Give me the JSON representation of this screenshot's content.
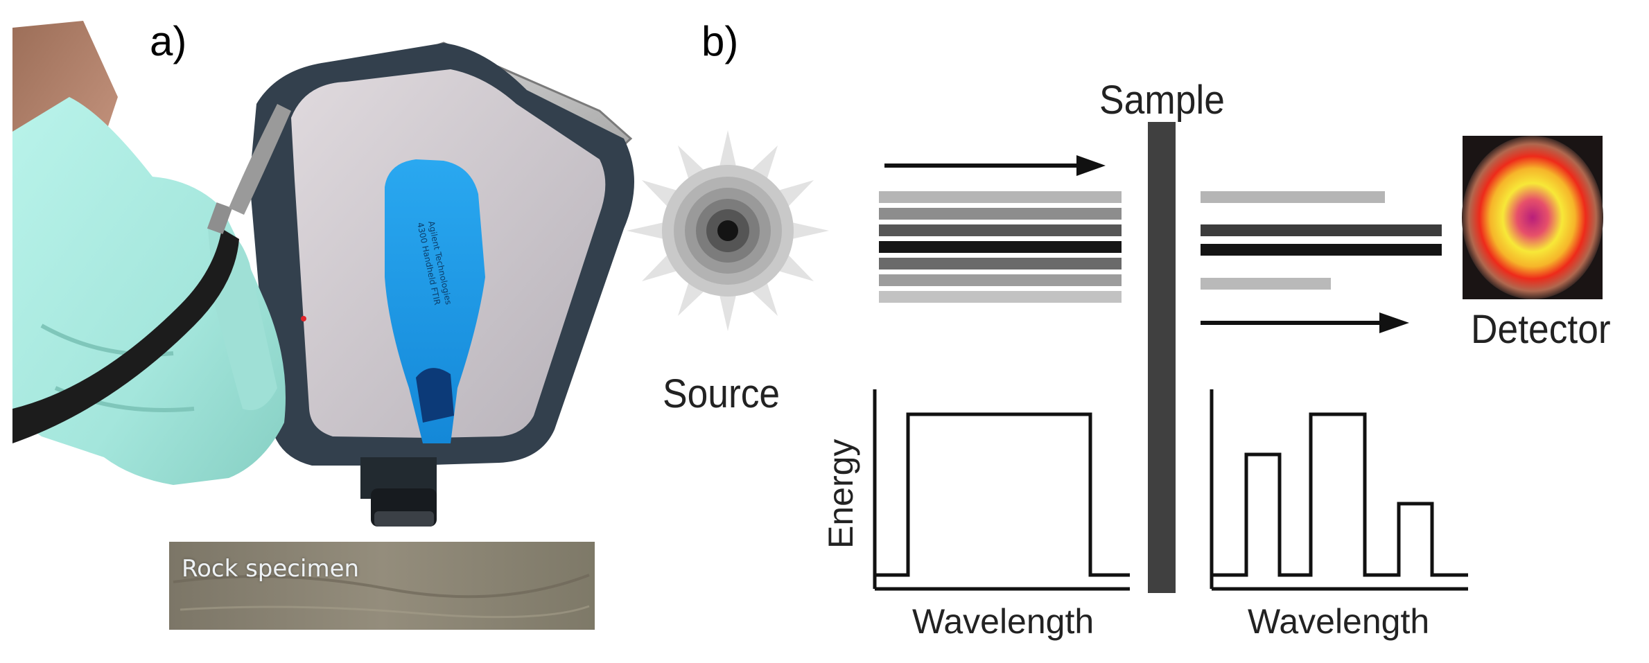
{
  "panel_a": {
    "label": "a)",
    "photo": {
      "subject": "handheld-ftir-analyzer",
      "colors": {
        "glove": "#a9ece2",
        "strap": "#1c1c1c",
        "housing": "#33404d",
        "faceplate": "#cdc8cd",
        "blue_panel": "#1e9be8",
        "rock": "#8a8473"
      },
      "device_text": [
        "Agilent Technologies",
        "4300 Handheld FTIR"
      ],
      "rock_label": "Rock specimen"
    }
  },
  "panel_b": {
    "label": "b)",
    "source_label": "Source",
    "sample_label": "Sample",
    "detector_label": "Detector",
    "left_plot": {
      "ylabel": "Energy",
      "xlabel": "Wavelength"
    },
    "right_plot": {
      "xlabel": "Wavelength"
    },
    "colors": {
      "ink": "#111111",
      "sample_bar": "#404040",
      "detector_bg": "#1a1414",
      "detector_core": "#c0306a",
      "detector_ring": "#f7e838",
      "detector_outer": "#ee2a1a"
    }
  }
}
